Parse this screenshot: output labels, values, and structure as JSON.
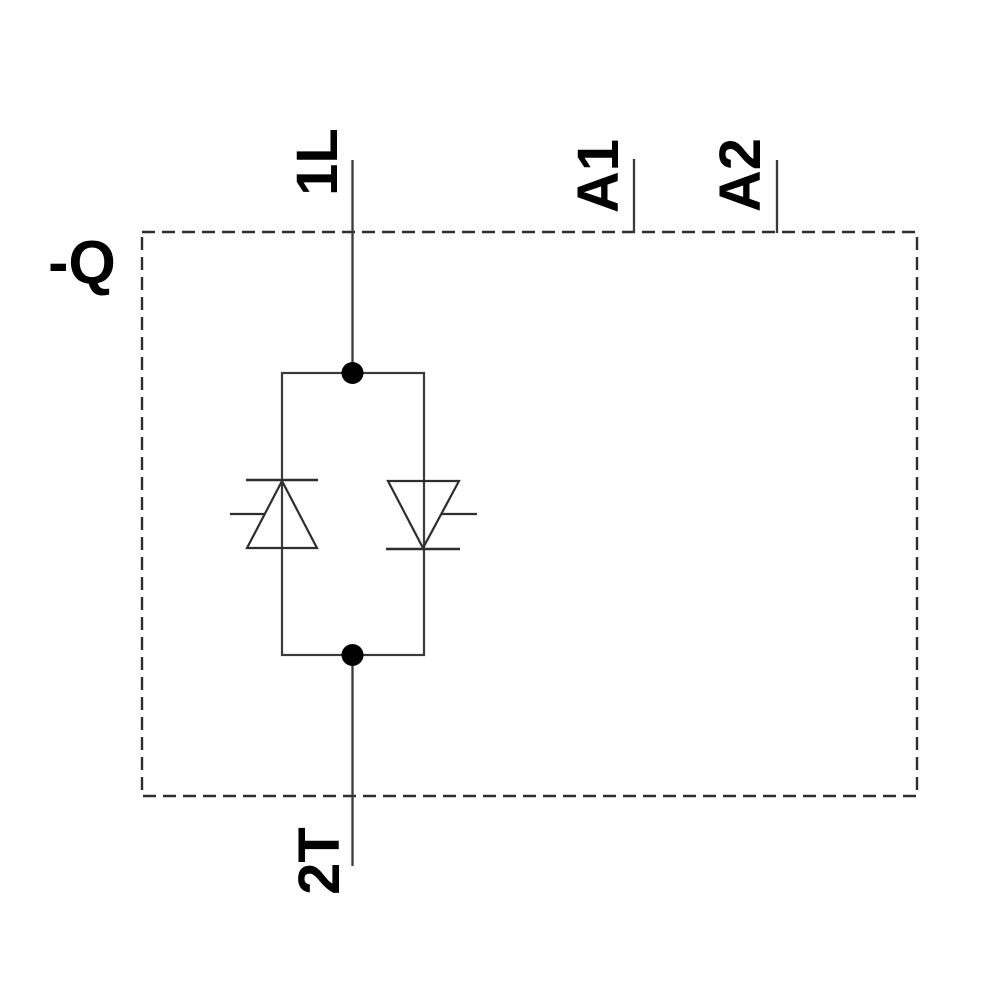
{
  "schematic": {
    "device_label": "-Q",
    "terminals": {
      "line": "1L",
      "load": "2T",
      "control_a1": "A1",
      "control_a2": "A2"
    },
    "symbols": [
      "thyristor-up-icon",
      "thyristor-down-icon",
      "junction-dot",
      "dashed-enclosure"
    ],
    "colors": {
      "background": "#ffffff",
      "wire": "#3a3a3a",
      "border": "#2e2e2e",
      "text": "#000000",
      "junction_dot": "#000000"
    }
  }
}
